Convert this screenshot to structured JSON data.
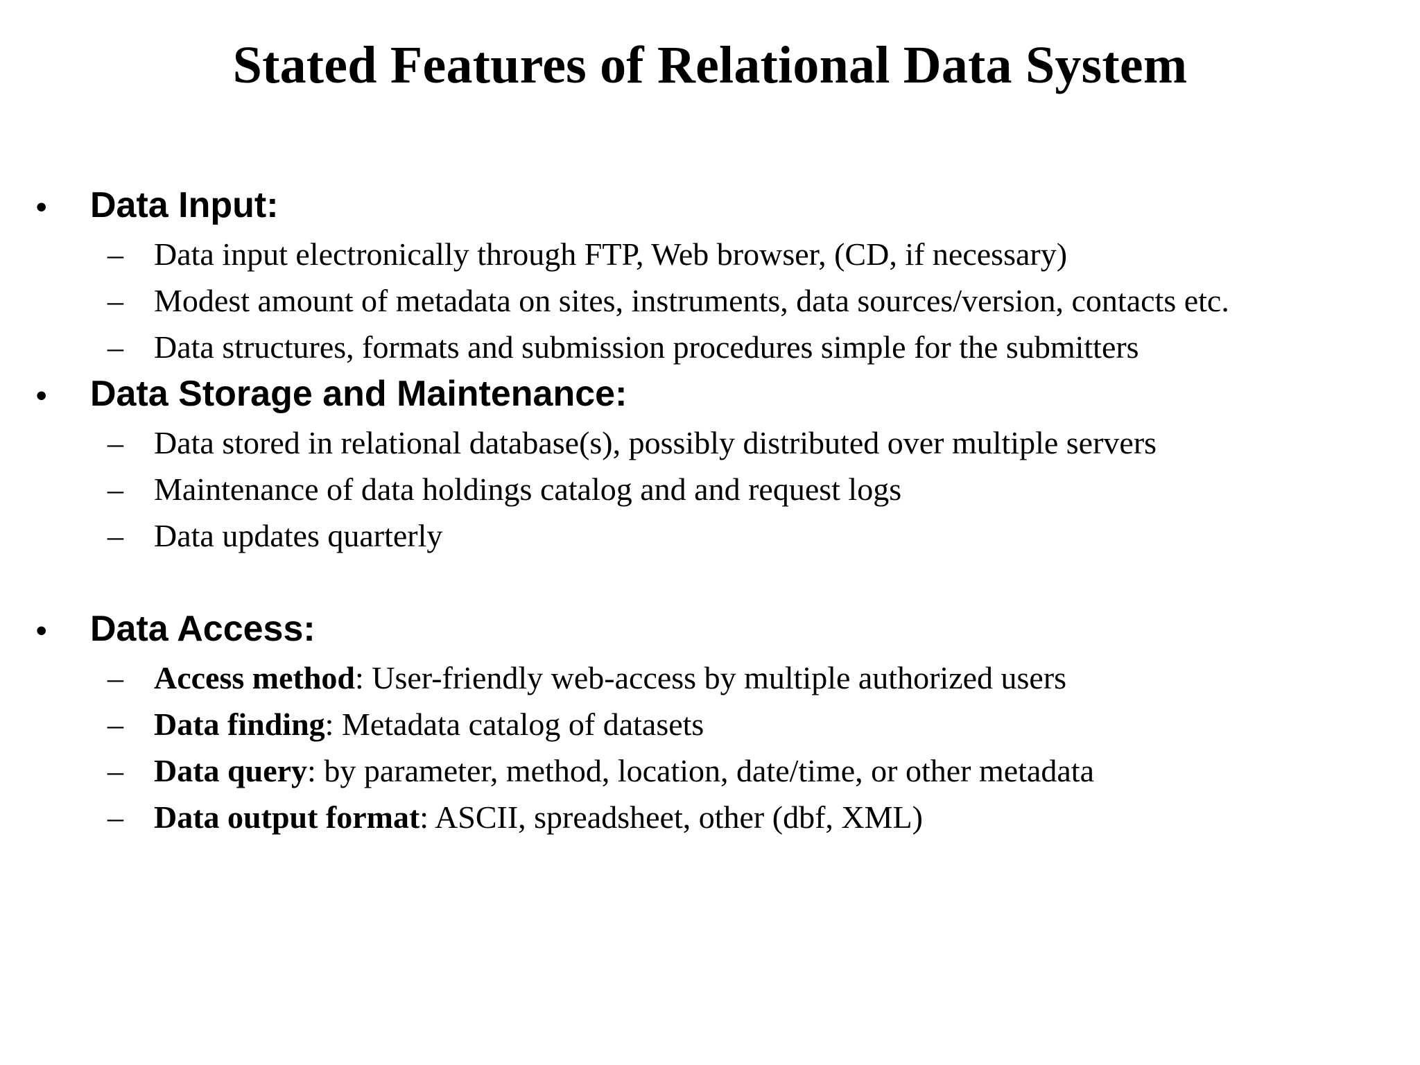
{
  "slide": {
    "title": "Stated Features of Relational Data System",
    "background_color": "#ffffff",
    "text_color": "#000000",
    "level1_marker": "•",
    "level2_marker": "–",
    "sections": [
      {
        "heading": "Data Input:",
        "items": [
          {
            "lead": "",
            "rest": "Data input electronically through FTP, Web browser, (CD, if necessary)"
          },
          {
            "lead": "",
            "rest": "Modest amount of metadata on sites, instruments, data sources/version, contacts etc."
          },
          {
            "lead": "",
            "rest": "Data structures, formats and submission procedures simple for the submitters"
          }
        ]
      },
      {
        "heading": "Data Storage and Maintenance:",
        "items": [
          {
            "lead": "",
            "rest": "Data stored in relational database(s), possibly distributed over multiple servers"
          },
          {
            "lead": "",
            "rest": "Maintenance of data holdings catalog and and request logs"
          },
          {
            "lead": "",
            "rest": "Data updates quarterly"
          }
        ]
      },
      {
        "heading": "Data Access:",
        "items": [
          {
            "lead": "Access method",
            "rest": ": User-friendly web-access by multiple authorized users"
          },
          {
            "lead": "Data finding",
            "rest": ": Metadata catalog of datasets"
          },
          {
            "lead": "Data query",
            "rest": ": by parameter, method, location, date/time, or other metadata"
          },
          {
            "lead": "Data output format",
            "rest": ": ASCII, spreadsheet, other (dbf, XML)"
          }
        ]
      }
    ]
  }
}
